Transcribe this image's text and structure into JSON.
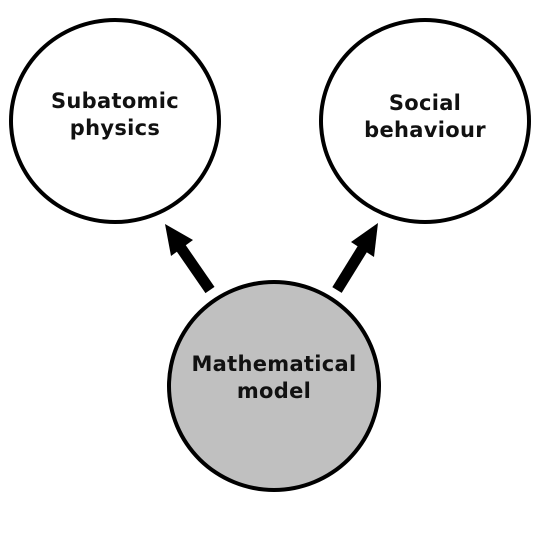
{
  "nodes": {
    "subatomic": {
      "line1": "Subatomic",
      "line2": "physics",
      "fill": "#ffffff"
    },
    "social": {
      "line1": "Social",
      "line2": "behaviour",
      "fill": "#ffffff"
    },
    "model": {
      "line1": "Mathematical",
      "line2": "model",
      "fill": "#c0c0c0"
    }
  },
  "colors": {
    "stroke": "#000000",
    "text": "#111111"
  },
  "edges": [
    {
      "from": "model",
      "to": "subatomic",
      "style": "arrow"
    },
    {
      "from": "model",
      "to": "social",
      "style": "arrow"
    }
  ]
}
